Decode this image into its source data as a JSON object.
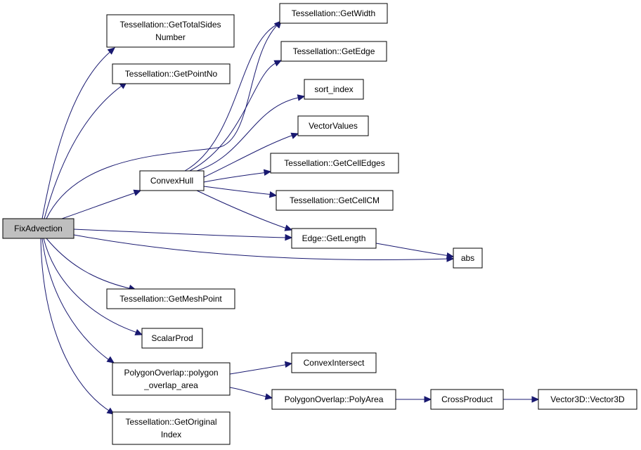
{
  "graph": {
    "nodes": [
      {
        "id": "fix",
        "lines": [
          "FixAdvection"
        ],
        "root": true
      },
      {
        "id": "totalsides",
        "lines": [
          "Tessellation::GetTotalSides",
          "Number"
        ]
      },
      {
        "id": "pointno",
        "lines": [
          "Tessellation::GetPointNo"
        ]
      },
      {
        "id": "width",
        "lines": [
          "Tessellation::GetWidth"
        ]
      },
      {
        "id": "edge",
        "lines": [
          "Tessellation::GetEdge"
        ]
      },
      {
        "id": "sortidx",
        "lines": [
          "sort_index"
        ]
      },
      {
        "id": "vecvals",
        "lines": [
          "VectorValues"
        ]
      },
      {
        "id": "convexhull",
        "lines": [
          "ConvexHull"
        ]
      },
      {
        "id": "celledges",
        "lines": [
          "Tessellation::GetCellEdges"
        ]
      },
      {
        "id": "cellcm",
        "lines": [
          "Tessellation::GetCellCM"
        ]
      },
      {
        "id": "getlength",
        "lines": [
          "Edge::GetLength"
        ]
      },
      {
        "id": "abs",
        "lines": [
          "abs"
        ]
      },
      {
        "id": "meshpoint",
        "lines": [
          "Tessellation::GetMeshPoint"
        ]
      },
      {
        "id": "scalarprod",
        "lines": [
          "ScalarProd"
        ]
      },
      {
        "id": "polyoverlap",
        "lines": [
          "PolygonOverlap::polygon",
          "_overlap_area"
        ]
      },
      {
        "id": "convexint",
        "lines": [
          "ConvexIntersect"
        ]
      },
      {
        "id": "polyarea",
        "lines": [
          "PolygonOverlap::PolyArea"
        ]
      },
      {
        "id": "crossprod",
        "lines": [
          "CrossProduct"
        ]
      },
      {
        "id": "vector3d",
        "lines": [
          "Vector3D::Vector3D"
        ]
      },
      {
        "id": "origindex",
        "lines": [
          "Tessellation::GetOriginal",
          "Index"
        ]
      }
    ],
    "edges": [
      {
        "from": "fix",
        "to": "totalsides"
      },
      {
        "from": "fix",
        "to": "pointno"
      },
      {
        "from": "fix",
        "to": "width"
      },
      {
        "from": "fix",
        "to": "convexhull"
      },
      {
        "from": "fix",
        "to": "getlength"
      },
      {
        "from": "fix",
        "to": "abs"
      },
      {
        "from": "fix",
        "to": "meshpoint"
      },
      {
        "from": "fix",
        "to": "scalarprod"
      },
      {
        "from": "fix",
        "to": "polyoverlap"
      },
      {
        "from": "fix",
        "to": "origindex"
      },
      {
        "from": "convexhull",
        "to": "width"
      },
      {
        "from": "convexhull",
        "to": "edge"
      },
      {
        "from": "convexhull",
        "to": "sortidx"
      },
      {
        "from": "convexhull",
        "to": "vecvals"
      },
      {
        "from": "convexhull",
        "to": "celledges"
      },
      {
        "from": "convexhull",
        "to": "cellcm"
      },
      {
        "from": "convexhull",
        "to": "getlength"
      },
      {
        "from": "getlength",
        "to": "abs"
      },
      {
        "from": "polyoverlap",
        "to": "convexint"
      },
      {
        "from": "polyoverlap",
        "to": "polyarea"
      },
      {
        "from": "polyarea",
        "to": "crossprod"
      },
      {
        "from": "crossprod",
        "to": "vector3d"
      }
    ]
  }
}
